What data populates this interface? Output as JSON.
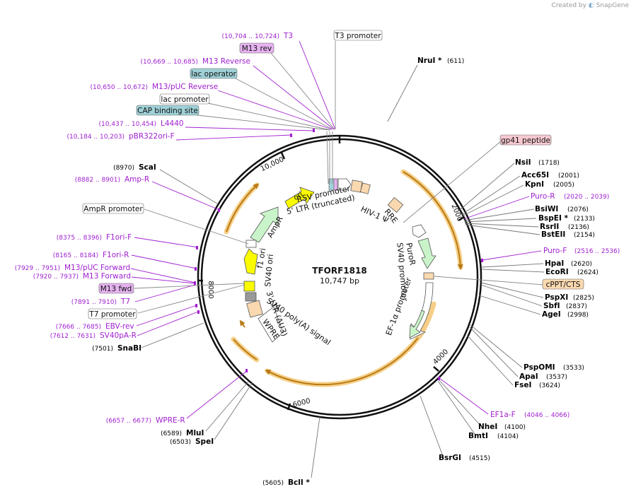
{
  "watermark": {
    "prefix": "Created by",
    "logo": "SnapGene"
  },
  "plasmid": {
    "name": "TFORF1818",
    "size_label": "10,747 bp",
    "total_bp": 10747
  },
  "ticks": [
    {
      "bp": 2000,
      "label": "2000"
    },
    {
      "bp": 4000,
      "label": "4000"
    },
    {
      "bp": 6000,
      "label": "6000"
    },
    {
      "bp": 8000,
      "label": "8000"
    },
    {
      "bp": 10000,
      "label": "10,000"
    }
  ],
  "features": [
    {
      "name": "gp41 peptide",
      "color": "#f6c9cf"
    },
    {
      "name": "cPPT/CTS",
      "color": "#fbd9b0"
    },
    {
      "name": "AmpR promoter",
      "color": "#ffffff"
    },
    {
      "name": "T3 promoter",
      "color": "#ffffff"
    },
    {
      "name": "lac promoter",
      "color": "#ffffff"
    },
    {
      "name": "T7 promoter",
      "color": "#ffffff"
    },
    {
      "name": "CAP binding site",
      "color": "#9fd1d7"
    },
    {
      "name": "lac operator",
      "color": "#9fd1d7"
    },
    {
      "name": "M13 rev",
      "color": "#e6b3f0"
    },
    {
      "name": "M13 fwd",
      "color": "#e6b3f0"
    }
  ],
  "map_labels": [
    {
      "text": "RSV promoter"
    },
    {
      "text": "5' LTR (truncated)"
    },
    {
      "text": "HIV-1 Ψ"
    },
    {
      "text": "RRE"
    },
    {
      "text": "PuroR"
    },
    {
      "text": "SV40 promoter"
    },
    {
      "text": "EF-1α promoter"
    },
    {
      "text": "SV40 poly(A) signal"
    },
    {
      "text": "3' LTR (ΔU3)"
    },
    {
      "text": "WPRE"
    },
    {
      "text": "SV40 ori"
    },
    {
      "text": "f1 ori"
    },
    {
      "text": "AmpR"
    },
    {
      "text": "ori"
    }
  ],
  "primers": [
    {
      "name": "T3",
      "range": "(10,704 .. 10,724)"
    },
    {
      "name": "M13 Reverse",
      "range": "(10,669 .. 10,685)"
    },
    {
      "name": "M13/pUC Reverse",
      "range": "(10,650 .. 10,672)"
    },
    {
      "name": "L4440",
      "range": "(10,437 .. 10,454)"
    },
    {
      "name": "pBR322ori-F",
      "range": "(10,184 .. 10,203)"
    },
    {
      "name": "Amp-R",
      "range": "(8882 .. 8901)"
    },
    {
      "name": "F1ori-F",
      "range": "(8375 .. 8396)"
    },
    {
      "name": "F1ori-R",
      "range": "(8165 .. 8184)"
    },
    {
      "name": "M13/pUC Forward",
      "range": "(7929 .. 7951)"
    },
    {
      "name": "M13 Forward",
      "range": "(7920 .. 7937)"
    },
    {
      "name": "T7",
      "range": "(7891 .. 7910)"
    },
    {
      "name": "EBV-rev",
      "range": "(7666 .. 7685)"
    },
    {
      "name": "SV40pA-R",
      "range": "(7612 .. 7631)"
    },
    {
      "name": "WPRE-R",
      "range": "(6657 .. 6677)"
    },
    {
      "name": "Puro-R",
      "range": "(2020 .. 2039)"
    },
    {
      "name": "Puro-F",
      "range": "(2516 .. 2536)"
    },
    {
      "name": "EF1a-F",
      "range": "(4046 .. 4066)"
    }
  ],
  "enzymes": [
    {
      "name": "NruI *",
      "pos": "(611)"
    },
    {
      "name": "NsiI",
      "pos": "(1718)"
    },
    {
      "name": "Acc65I",
      "pos": "(2001)"
    },
    {
      "name": "KpnI",
      "pos": "(2005)"
    },
    {
      "name": "BsiWI",
      "pos": "(2076)"
    },
    {
      "name": "BspEI *",
      "pos": "(2133)"
    },
    {
      "name": "RsrII",
      "pos": "(2136)"
    },
    {
      "name": "BstEII",
      "pos": "(2154)"
    },
    {
      "name": "HpaI",
      "pos": "(2620)"
    },
    {
      "name": "EcoRI",
      "pos": "(2624)"
    },
    {
      "name": "PspXI",
      "pos": "(2825)"
    },
    {
      "name": "SbfI",
      "pos": "(2837)"
    },
    {
      "name": "AgeI",
      "pos": "(2998)"
    },
    {
      "name": "PspOMI",
      "pos": "(3533)"
    },
    {
      "name": "ApaI",
      "pos": "(3537)"
    },
    {
      "name": "FseI",
      "pos": "(3624)"
    },
    {
      "name": "NheI",
      "pos": "(4100)"
    },
    {
      "name": "BmtI",
      "pos": "(4104)"
    },
    {
      "name": "BsrGI",
      "pos": "(4515)"
    },
    {
      "name": "BclI *",
      "pos": "(5605)"
    },
    {
      "name": "SpeI",
      "pos": "(6503)"
    },
    {
      "name": "MluI",
      "pos": "(6589)"
    },
    {
      "name": "SnaBI",
      "pos": "(7501)"
    },
    {
      "name": "ScaI",
      "pos": "(8970)"
    }
  ],
  "colors": {
    "primer": "#a020d0",
    "enzyme": "#000000",
    "feature_line": "#888888",
    "orf_arc": "#b87a18",
    "orf_glow": "#f6cf86"
  }
}
